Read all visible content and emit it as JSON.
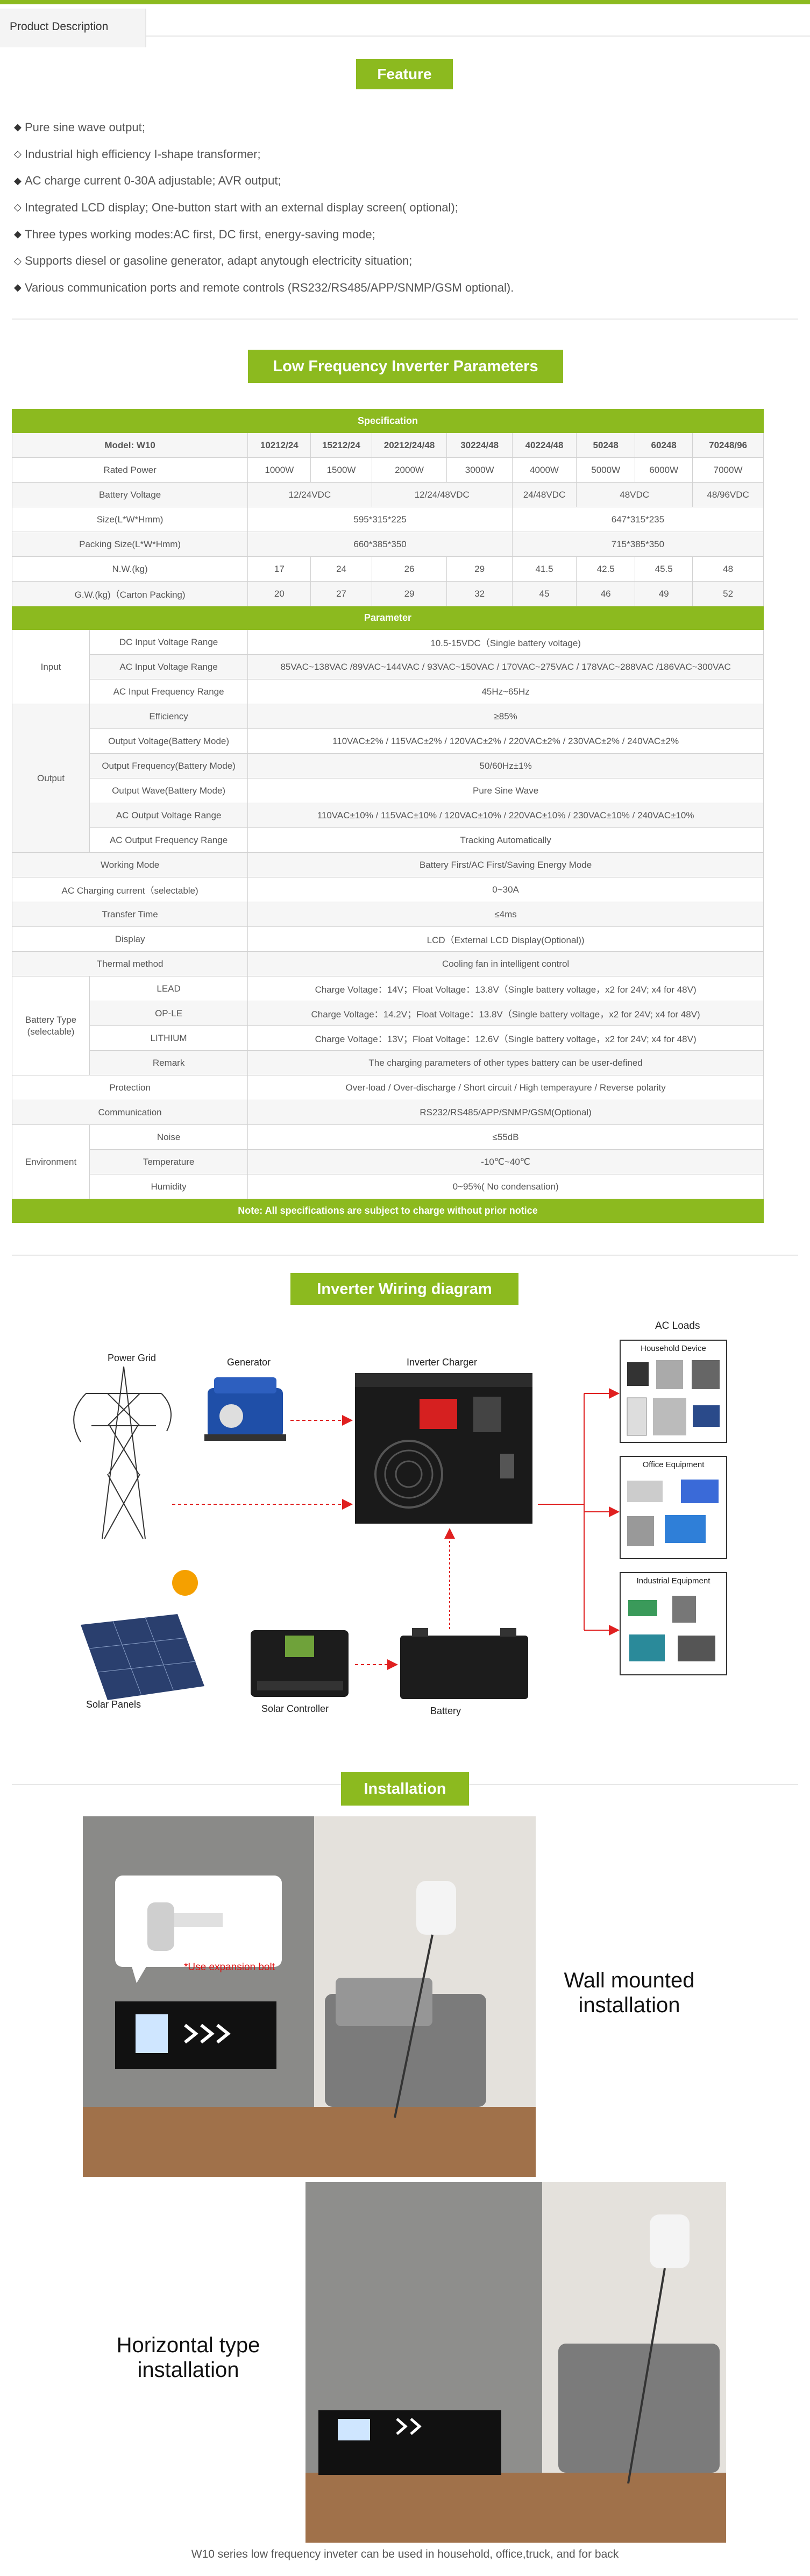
{
  "tab": {
    "label": "Product Description"
  },
  "feature": {
    "heading": "Feature",
    "items": [
      "Pure sine wave output;",
      "Industrial high efficiency I-shape transformer;",
      "AC charge current 0-30A adjustable; AVR output;",
      "Integrated LCD display; One-button start with an external display screen( optional);",
      "Three types working modes:AC first, DC first, energy-saving mode;",
      "Supports diesel or gasoline generator, adapt anytough electricity situation;",
      "Various communication ports and remote controls (RS232/RS485/APP/SNMP/GSM optional)."
    ],
    "bullets": [
      "◆",
      "◇",
      "◆",
      "◇",
      "◆",
      "◇",
      "◆"
    ]
  },
  "params": {
    "heading": "Low Frequency Inverter Parameters",
    "spec_header": "Specification",
    "model_label": "Model: W10",
    "models": [
      "10212/24",
      "15212/24",
      "20212/24/48",
      "30224/48",
      "40224/48",
      "50248",
      "60248",
      "70248/96"
    ],
    "rated_power_label": "Rated Power",
    "rated_power": [
      "1000W",
      "1500W",
      "2000W",
      "3000W",
      "4000W",
      "5000W",
      "6000W",
      "7000W"
    ],
    "battery_voltage_label": "Battery Voltage",
    "battery_voltage": [
      "12/24VDC",
      "12/24/48VDC",
      "24/48VDC",
      "48VDC",
      "48/96VDC"
    ],
    "size_label": "Size(L*W*Hmm)",
    "size": [
      "595*315*225",
      "647*315*235"
    ],
    "packing_label": "Packing Size(L*W*Hmm)",
    "packing": [
      "660*385*350",
      "715*385*350"
    ],
    "nw_label": "N.W.(kg)",
    "nw": [
      "17",
      "24",
      "26",
      "29",
      "41.5",
      "42.5",
      "45.5",
      "48"
    ],
    "gw_label": "G.W.(kg)（Carton Packing)",
    "gw": [
      "20",
      "27",
      "29",
      "32",
      "45",
      "46",
      "49",
      "52"
    ],
    "param_header": "Parameter",
    "input_group": "Input",
    "dc_input_label": "DC Input Voltage Range",
    "dc_input": "10.5-15VDC（Single battery voltage)",
    "ac_input_label": "AC Input Voltage Range",
    "ac_input": "85VAC~138VAC /89VAC~144VAC /  93VAC~150VAC / 170VAC~275VAC / 178VAC~288VAC /186VAC~300VAC",
    "ac_freq_label": "AC Input Frequency Range",
    "ac_freq": "45Hz~65Hz",
    "output_group": "Output",
    "efficiency_label": "Efficiency",
    "efficiency": "≥85%",
    "out_voltage_label": "Output Voltage(Battery Mode)",
    "out_voltage": "110VAC±2% / 115VAC±2% / 120VAC±2% / 220VAC±2% / 230VAC±2% / 240VAC±2%",
    "out_freq_label": "Output Frequency(Battery Mode)",
    "out_freq": "50/60Hz±1%",
    "out_wave_label": "Output Wave(Battery Mode)",
    "out_wave": "Pure Sine Wave",
    "ac_out_label": "AC Output Voltage Range",
    "ac_out": "110VAC±10% / 115VAC±10% / 120VAC±10% / 220VAC±10% / 230VAC±10% / 240VAC±10%",
    "ac_out_freq_label": "AC Output Frequency Range",
    "ac_out_freq": "Tracking Automatically",
    "working_mode_label": "Working Mode",
    "working_mode": "Battery First/AC First/Saving Energy Mode",
    "ac_charging_label": "AC Charging current（selectable)",
    "ac_charging": "0~30A",
    "transfer_label": "Transfer Time",
    "transfer": "≤4ms",
    "display_label": "Display",
    "display": "LCD（External LCD Display(Optional))",
    "thermal_label": "Thermal method",
    "thermal": "Cooling fan in intelligent control",
    "battery_group": "Battery Type\n(selectable)",
    "lead_label": "LEAD",
    "lead": "Charge Voltage：14V；Float Voltage：13.8V（Single battery voltage，x2 for 24V; x4 for 48V)",
    "ople_label": "OP-LE",
    "ople": "Charge Voltage：14.2V；Float Voltage：13.8V（Single battery voltage，x2 for 24V; x4 for 48V)",
    "lithium_label": "LITHIUM",
    "lithium": "Charge Voltage：13V；Float Voltage：12.6V（Single battery voltage，x2 for 24V; x4 for 48V)",
    "remark_label": "Remark",
    "remark": "The charging parameters of other types battery can be user-defined",
    "protection_label": "Protection",
    "protection": "Over-load / Over-discharge / Short circuit / High temperayure / Reverse polarity",
    "comm_label": "Communication",
    "comm": "RS232/RS485/APP/SNMP/GSM(Optional)",
    "env_group": "Environment",
    "noise_label": "Noise",
    "noise": "≤55dB",
    "temp_label": "Temperature",
    "temp": "-10℃~40℃",
    "humidity_label": "Humidity",
    "humidity": "0~95%( No condensation)",
    "note": "Note: All specifications are subject to charge without prior notice"
  },
  "wiring": {
    "heading": "Inverter Wiring diagram",
    "power_grid": "Power Grid",
    "generator": "Generator",
    "inverter_charger": "Inverter Charger",
    "ac_loads": "AC Loads",
    "household": "Household Device",
    "office": "Office Equipment",
    "industrial": "Industrial Equipment",
    "solar_panels": "Solar Panels",
    "solar_controller": "Solar Controller",
    "battery": "Battery",
    "colors": {
      "arrow": "#e02020",
      "panel": "#2a3f6e",
      "inverter": "#1a1a1a"
    }
  },
  "installation": {
    "heading": "Installation",
    "bubble_note": "*Use expansion bolt",
    "wall_text": "Wall mounted\ninstallation",
    "horizontal_text": "Horizontal type\ninstallation",
    "caption": "W10 series low frequency inveter can be used in household, office,truck, and for back"
  },
  "colors": {
    "accent": "#8cba1f",
    "text": "#555555"
  }
}
